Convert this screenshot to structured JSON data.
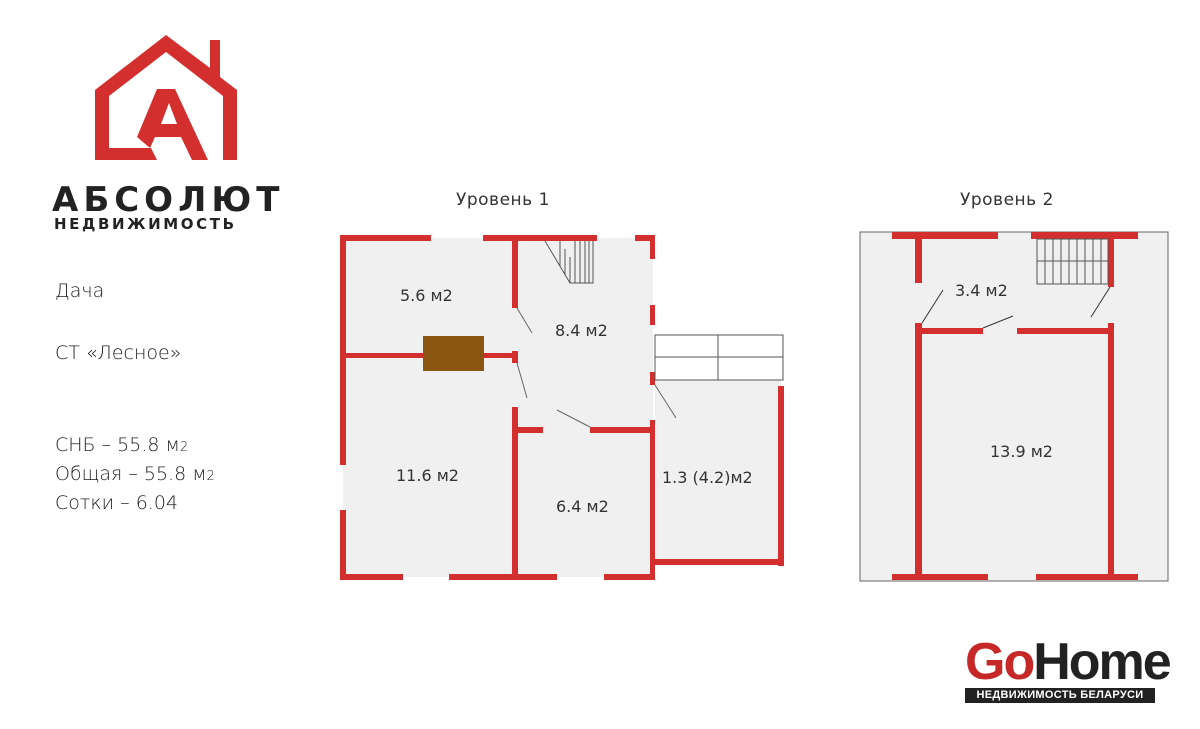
{
  "brand": {
    "name": "АБСОЛЮТ",
    "subtitle": "НЕДВИЖИМОСТЬ",
    "color": "#d32f2f"
  },
  "info": {
    "type": "Дача",
    "location": "СТ «Лесное»",
    "lines": [
      {
        "label": "СНБ – 55.8 м",
        "sup": "2"
      },
      {
        "label": "Общая – 55.8 м",
        "sup": "2"
      },
      {
        "label": "Сотки – 6.04",
        "sup": ""
      }
    ]
  },
  "levels": [
    {
      "title": "Уровень 1",
      "rooms": [
        "5.6 м2",
        "8.4 м2",
        "11.6 м2",
        "6.4 м2",
        "1.3 (4.2)м2"
      ]
    },
    {
      "title": "Уровень 2",
      "rooms": [
        "3.4 м2",
        "13.9 м2"
      ]
    }
  ],
  "watermark": {
    "go": "Go",
    "home": "Home",
    "tagline": "НЕДВИЖИМОСТЬ БЕЛАРУСИ"
  },
  "colors": {
    "wall": "#d32f2f",
    "floor": "#f0f0f0",
    "stove": "#8b5512"
  }
}
